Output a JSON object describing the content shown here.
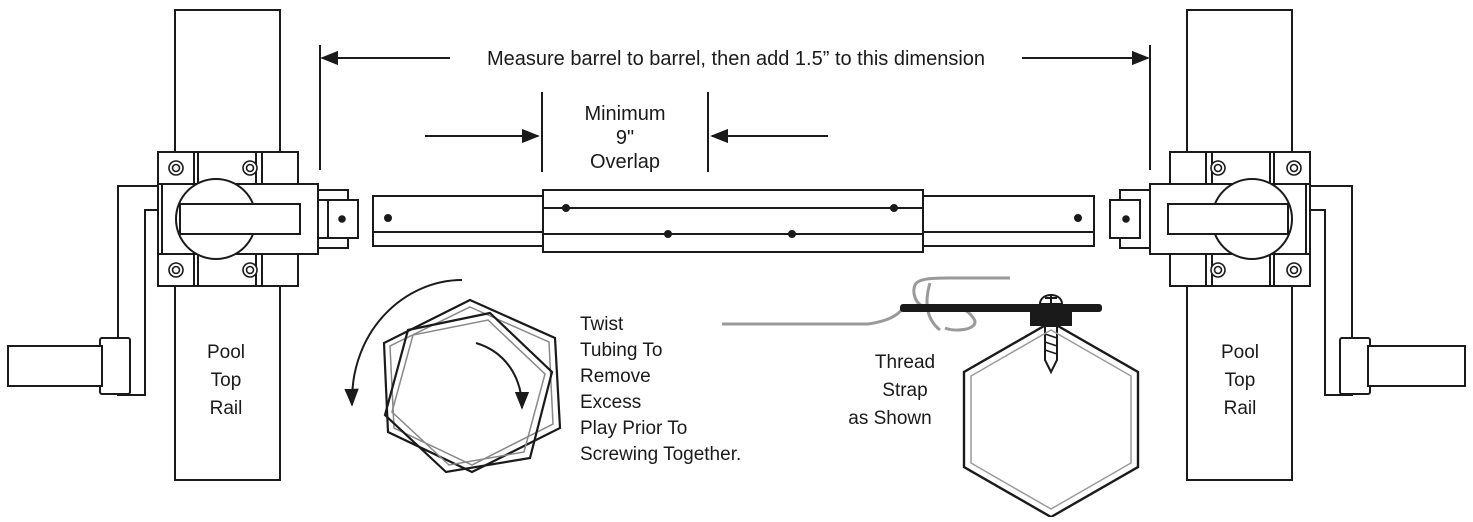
{
  "labels": {
    "measure": "Measure barrel to barrel, then add 1.5” to this dimension",
    "minimum": "Minimum",
    "nine": "9\"",
    "overlap": "Overlap",
    "twist_lines": [
      "Twist",
      "Tubing To",
      "Remove",
      "Excess",
      "Play Prior To",
      "Screwing Together."
    ],
    "thread_lines": [
      "Thread",
      "Strap",
      "as Shown"
    ],
    "pool_left": [
      "Pool",
      "Top",
      "Rail"
    ],
    "pool_right": [
      "Pool",
      "Top",
      "Rail"
    ]
  },
  "colors": {
    "ink": "#1a1a1a",
    "strap": "#9a9a9a",
    "paper": "#ffffff"
  }
}
